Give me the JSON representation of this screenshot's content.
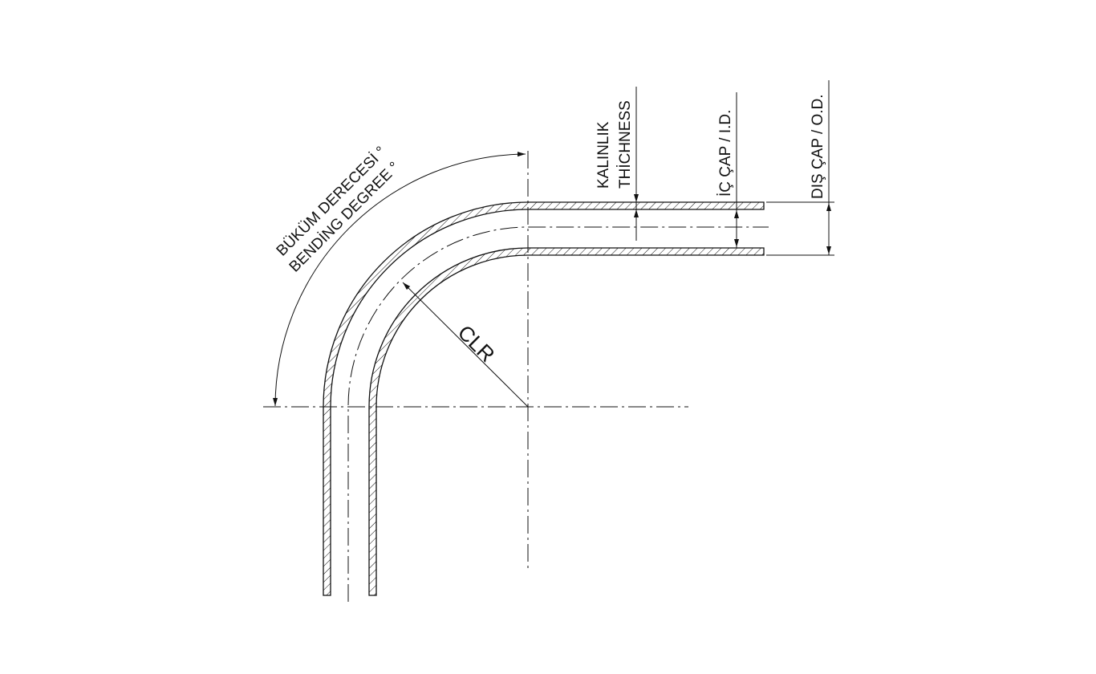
{
  "diagram": {
    "labels": {
      "thickness_tr": "KALINLIK",
      "thickness_en": "THİCHNESS",
      "inner_dia": "İÇ ÇAP / I.D.",
      "outer_dia": "DIŞ ÇAP / O.D.",
      "bend_degree_tr": "BÜKÜM DERECESİ °",
      "bend_degree_en": "BENDİNG DEGREE °",
      "clr": "CLR"
    },
    "colors": {
      "line": "#111111",
      "background": "#ffffff"
    }
  }
}
